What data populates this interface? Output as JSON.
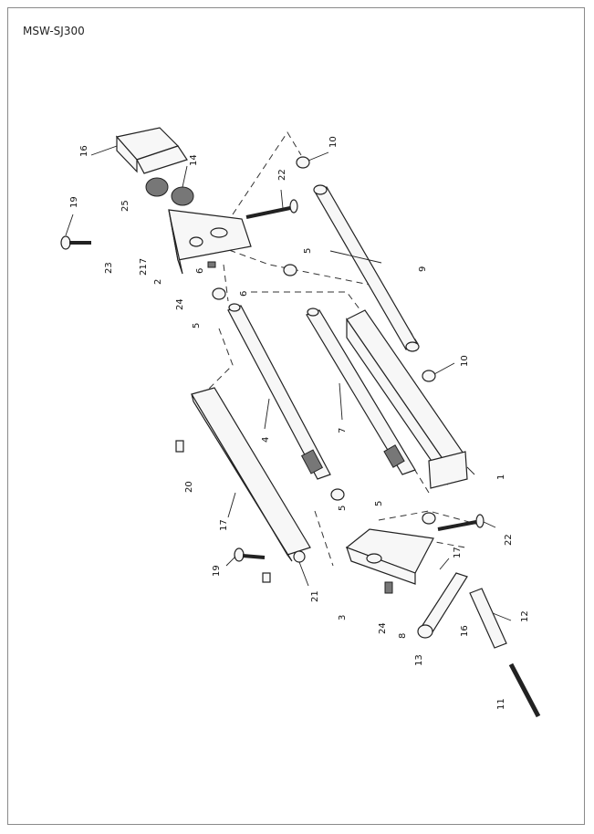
{
  "model": "MSW-SJ300",
  "labels": {
    "l16a": "16",
    "l14": "14",
    "l10a": "10",
    "l22a": "22",
    "l19a": "19",
    "l25": "25",
    "l23": "23",
    "l217": "217",
    "l2": "2",
    "l6a": "6",
    "l6b": "6",
    "l24a": "24",
    "l5a": "5",
    "l5b": "5",
    "l9": "9",
    "l10b": "10",
    "l4": "4",
    "l7": "7",
    "l20": "20",
    "l17a": "17",
    "l5c": "5",
    "l5d": "5",
    "l1": "1",
    "l22b": "22",
    "l19b": "19",
    "l21": "21",
    "l3": "3",
    "l24b": "24",
    "l8": "8",
    "l13": "13",
    "l16b": "16",
    "l17b": "17",
    "l12": "12",
    "l11": "11"
  }
}
